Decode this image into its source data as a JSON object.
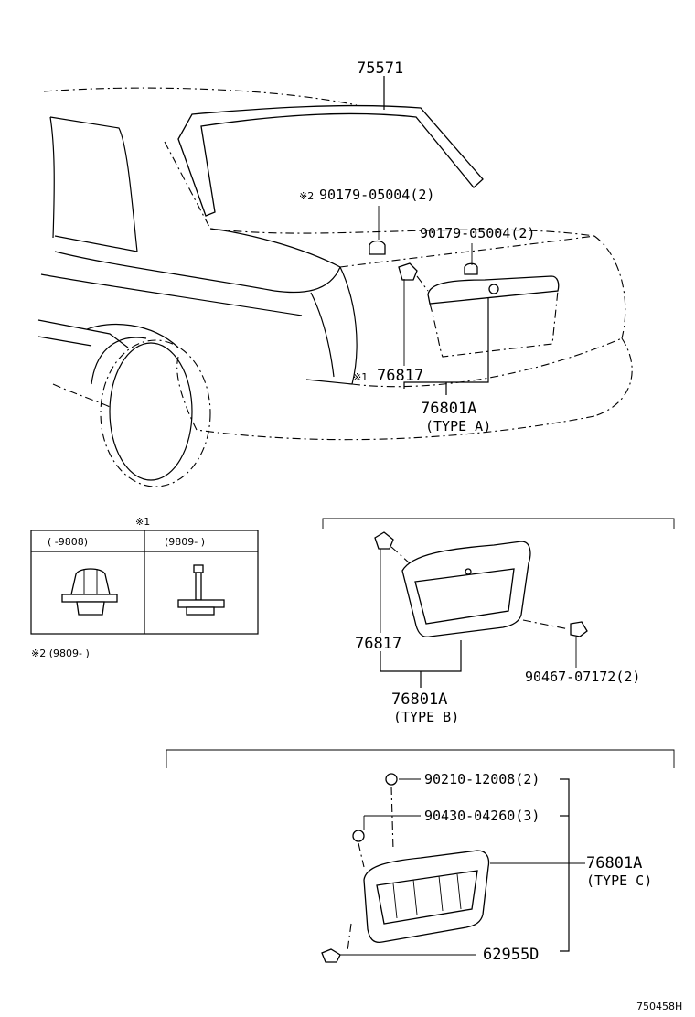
{
  "diagram_id": "750458H",
  "top_view": {
    "label_glass_molding": "75571",
    "note2_marker": "※2",
    "label_clip_a": "90179-05004(2)",
    "label_clip_b": "90179-05004(2)",
    "note1_marker": "※1",
    "label_fastener": "76817",
    "label_garnish": "76801A",
    "label_type": "(TYPE A)"
  },
  "note_table": {
    "title": "※1",
    "col1_header": "(    -9808)",
    "col2_header": "(9809-    )",
    "footnote": "※2 (9809-    )"
  },
  "type_b_view": {
    "label_fastener": "76817",
    "label_screw": "90467-07172(2)",
    "label_garnish": "76801A",
    "label_type": "(TYPE B)"
  },
  "type_c_view": {
    "label_nut": "90210-12008(2)",
    "label_washer": "90430-04260(3)",
    "label_garnish": "76801A",
    "label_type": "(TYPE C)",
    "label_bracket": "62955D"
  }
}
